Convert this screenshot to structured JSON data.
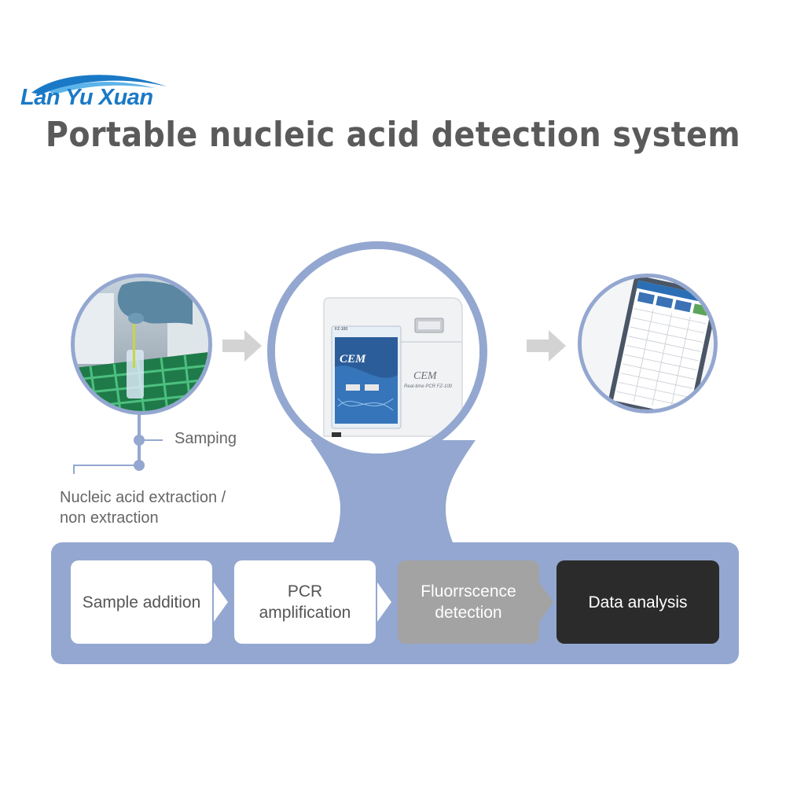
{
  "logo": {
    "text": "Lan Yu Xuan",
    "color": "#1a79c6"
  },
  "title": "Portable nucleic acid detection system",
  "device": {
    "brand": "CEM",
    "model_text": "Real-time PCR FZ-100",
    "screen_label": "FZ-100"
  },
  "labels": {
    "samping": "Samping",
    "extraction_line1": "Nucleic acid extraction /",
    "extraction_line2": "non extraction"
  },
  "steps": [
    {
      "label_line1": "Sample addition",
      "label_line2": ""
    },
    {
      "label_line1": "PCR",
      "label_line2": "amplification"
    },
    {
      "label_line1": "Fluorrscence",
      "label_line2": "detection"
    },
    {
      "label_line1": "Data analysis",
      "label_line2": ""
    }
  ],
  "colors": {
    "accent_blue": "#93a7d0",
    "title_gray": "#5a5a5a",
    "step_gray": "#a3a3a3",
    "step_dark": "#2b2b2b",
    "arrow_gray": "#d3d3d3"
  }
}
